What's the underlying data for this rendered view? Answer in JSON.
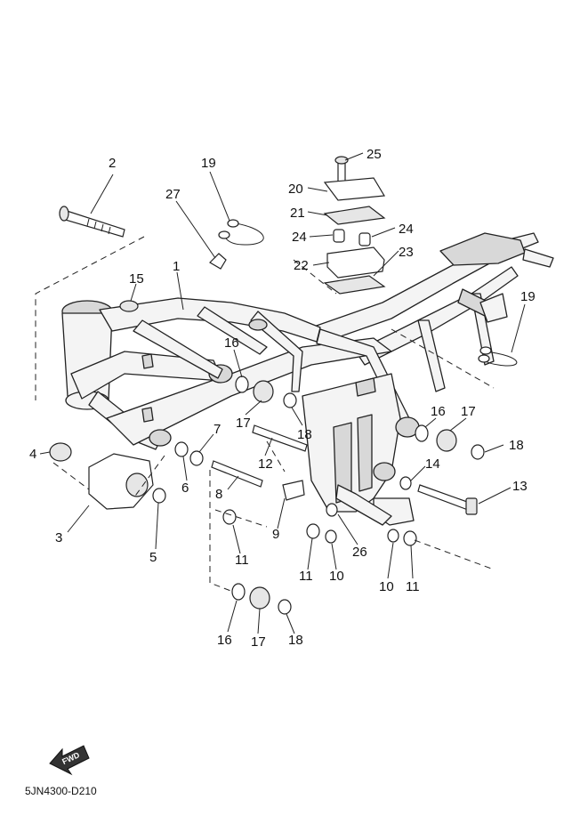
{
  "diagram": {
    "drawing_code": "5JN4300-D210",
    "fwd_label": "FWD",
    "callouts": [
      {
        "id": "c2",
        "label": "2"
      },
      {
        "id": "c19a",
        "label": "19"
      },
      {
        "id": "c27",
        "label": "27"
      },
      {
        "id": "c25",
        "label": "25"
      },
      {
        "id": "c20",
        "label": "20"
      },
      {
        "id": "c21",
        "label": "21"
      },
      {
        "id": "c24a",
        "label": "24"
      },
      {
        "id": "c24b",
        "label": "24"
      },
      {
        "id": "c22",
        "label": "22"
      },
      {
        "id": "c23",
        "label": "23"
      },
      {
        "id": "c15",
        "label": "15"
      },
      {
        "id": "c1",
        "label": "1"
      },
      {
        "id": "c19b",
        "label": "19"
      },
      {
        "id": "c16a",
        "label": "16"
      },
      {
        "id": "c17a",
        "label": "17"
      },
      {
        "id": "c18a",
        "label": "18"
      },
      {
        "id": "c16b",
        "label": "16"
      },
      {
        "id": "c17b",
        "label": "17"
      },
      {
        "id": "c18b",
        "label": "18"
      },
      {
        "id": "c4",
        "label": "4"
      },
      {
        "id": "c7",
        "label": "7"
      },
      {
        "id": "c12",
        "label": "12"
      },
      {
        "id": "c6",
        "label": "6"
      },
      {
        "id": "c14",
        "label": "14"
      },
      {
        "id": "c8",
        "label": "8"
      },
      {
        "id": "c13",
        "label": "13"
      },
      {
        "id": "c3",
        "label": "3"
      },
      {
        "id": "c5",
        "label": "5"
      },
      {
        "id": "c9",
        "label": "9"
      },
      {
        "id": "c26",
        "label": "26"
      },
      {
        "id": "c11a",
        "label": "11"
      },
      {
        "id": "c11b",
        "label": "11"
      },
      {
        "id": "c10a",
        "label": "10"
      },
      {
        "id": "c10b",
        "label": "10"
      },
      {
        "id": "c11c",
        "label": "11"
      },
      {
        "id": "c16c",
        "label": "16"
      },
      {
        "id": "c17c",
        "label": "17"
      },
      {
        "id": "c18c",
        "label": "18"
      }
    ]
  }
}
